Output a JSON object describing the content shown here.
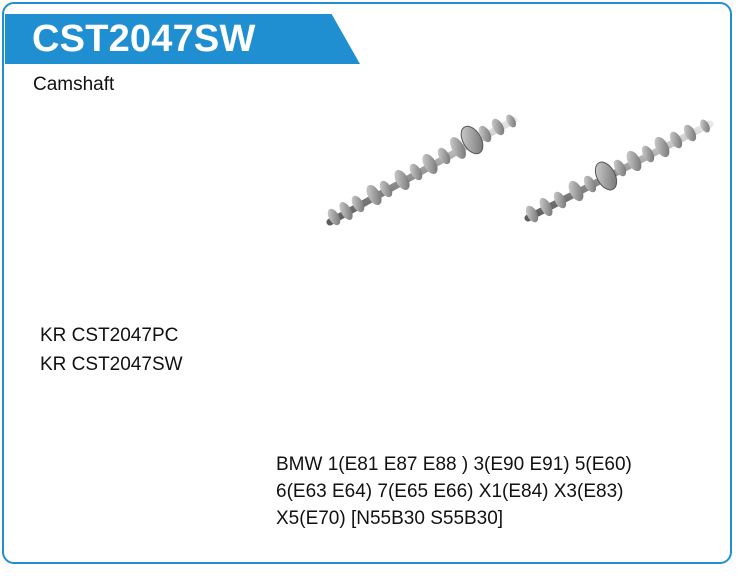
{
  "header": {
    "part_number": "CST2047SW",
    "accent_color": "#1f8fd1"
  },
  "product": {
    "category": "Camshaft",
    "image_icon": "camshaft-pair-image"
  },
  "codes": [
    "KR CST2047PC",
    "KR CST2047SW"
  ],
  "applications": [
    "BMW 1(E81 E87 E88 ) 3(E90 E91) 5(E60)",
    "6(E63 E64) 7(E65 E66) X1(E84) X3(E83)",
    "X5(E70) [N55B30 S55B30]"
  ]
}
